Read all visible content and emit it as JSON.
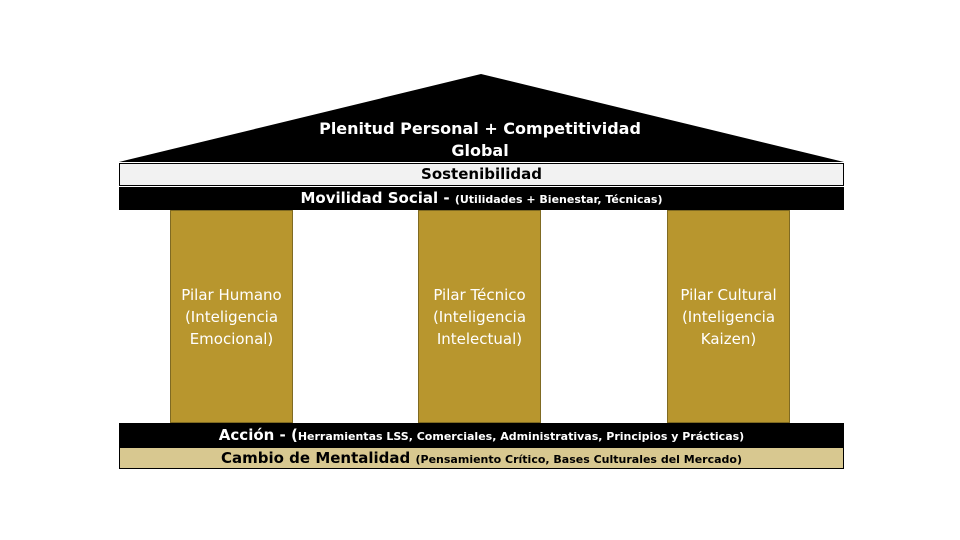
{
  "roof": {
    "line1": "Plenitud Personal + Competitividad",
    "line2": "Global"
  },
  "bands": {
    "sostenibilidad": "Sostenibilidad",
    "movilidad_main": "Movilidad Social - ",
    "movilidad_detail": "(Utilidades + Bienestar, Técnicas)",
    "accion_main": "Acción - (",
    "accion_detail": "Herramientas LSS, Comerciales, Administrativas, Principios y Prácticas)",
    "cambio_main": "Cambio de Mentalidad ",
    "cambio_detail": "(Pensamiento Crítico, Bases Culturales del Mercado)"
  },
  "pillars": [
    {
      "line1": "Pilar Humano",
      "line2": "(Inteligencia",
      "line3": "Emocional)"
    },
    {
      "line1": "Pilar Técnico",
      "line2": "(Inteligencia",
      "line3": "Intelectual)"
    },
    {
      "line1": "Pilar Cultural",
      "line2": "(Inteligencia",
      "line3": "Kaizen)"
    }
  ],
  "colors": {
    "roof": "#000000",
    "pillar": "#b8962e",
    "base_band": "#d8c890",
    "top_band": "#f2f2f2"
  }
}
